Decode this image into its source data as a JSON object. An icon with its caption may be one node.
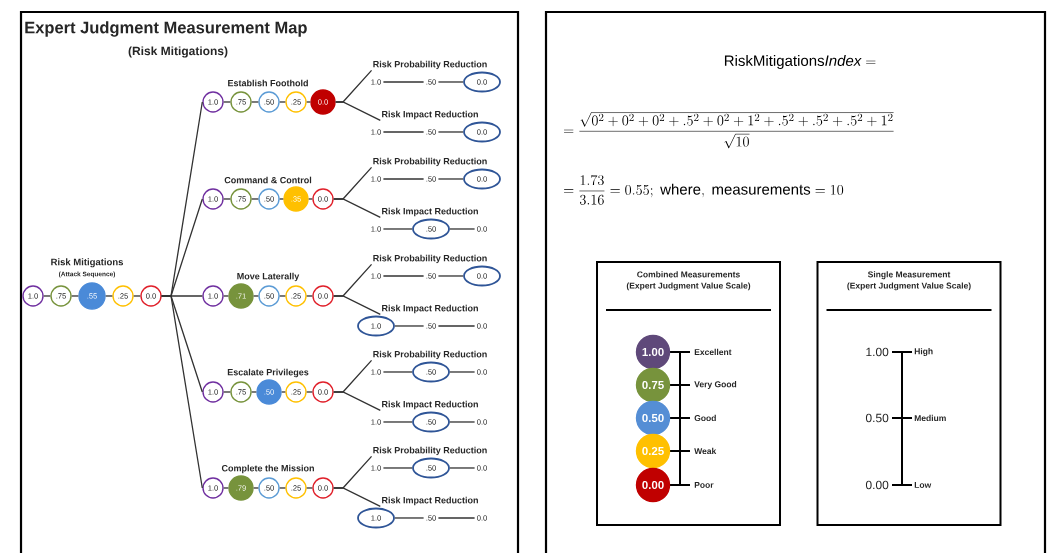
{
  "diagram": {
    "title": "Expert Judgment Measurement Map",
    "nodes": [
      {
        "text": [
          "Risk Mitigations",
          "(Attack Sequence)"
        ]
      },
      {
        "text": [
          "1.0"
        ]
      },
      {
        "text": [
          ".75"
        ]
      },
      {
        "text": [
          ".55"
        ]
      },
      {
        "text": [
          ".25"
        ]
      },
      {
        "text": [
          "0.0"
        ]
      },
      {
        "text": [
          "Establish Foothold"
        ]
      },
      {
        "text": [
          "1.0"
        ]
      },
      {
        "text": [
          ".75"
        ]
      },
      {
        "text": [
          ".50"
        ]
      },
      {
        "text": [
          ".25"
        ]
      },
      {
        "text": [
          "0.0"
        ]
      },
      {
        "text": [
          "Risk Probability Reduction"
        ]
      },
      {
        "text": [
          "1.0"
        ]
      },
      {
        "text": [
          ".50"
        ]
      },
      {
        "text": [
          "0.0"
        ]
      },
      {
        "text": [
          "Risk Impact Reduction"
        ]
      },
      {
        "text": [
          "1.0"
        ]
      },
      {
        "text": [
          ".50"
        ]
      },
      {
        "text": [
          "0.0"
        ]
      },
      {
        "text": [
          "Command & Control"
        ]
      },
      {
        "text": [
          "1.0"
        ]
      },
      {
        "text": [
          ".75"
        ]
      },
      {
        "text": [
          ".50"
        ]
      },
      {
        "text": [
          ".35"
        ]
      },
      {
        "text": [
          "0.0"
        ]
      },
      {
        "text": [
          "Risk Probability Reduction"
        ]
      },
      {
        "text": [
          "1.0"
        ]
      },
      {
        "text": [
          ".50"
        ]
      },
      {
        "text": [
          "0.0"
        ]
      },
      {
        "text": [
          "Risk Impact Reduction"
        ]
      },
      {
        "text": [
          "1.0"
        ]
      },
      {
        "text": [
          ".50"
        ]
      },
      {
        "text": [
          "0.0"
        ]
      },
      {
        "text": [
          "Move Laterally"
        ]
      },
      {
        "text": [
          "1.0"
        ]
      },
      {
        "text": [
          ".71"
        ]
      },
      {
        "text": [
          ".50"
        ]
      },
      {
        "text": [
          ".25"
        ]
      },
      {
        "text": [
          "0.0"
        ]
      },
      {
        "text": [
          "Risk Probability Reduction"
        ]
      },
      {
        "text": [
          "1.0"
        ]
      },
      {
        "text": [
          ".50"
        ]
      },
      {
        "text": [
          "0.0"
        ]
      },
      {
        "text": [
          "Risk Impact Reduction"
        ]
      },
      {
        "text": [
          "1.0"
        ]
      },
      {
        "text": [
          ".50"
        ]
      },
      {
        "text": [
          "0.0"
        ]
      },
      {
        "text": [
          "Escalate Privileges"
        ]
      },
      {
        "text": [
          "1.0"
        ]
      },
      {
        "text": [
          ".75"
        ]
      },
      {
        "text": [
          ".50"
        ]
      },
      {
        "text": [
          ".25"
        ]
      },
      {
        "text": [
          "0.0"
        ]
      },
      {
        "text": [
          "Risk Probability Reduction"
        ]
      },
      {
        "text": [
          "1.0"
        ]
      },
      {
        "text": [
          ".50"
        ]
      },
      {
        "text": [
          "0.0"
        ]
      },
      {
        "text": [
          "Risk Impact Reduction"
        ]
      },
      {
        "text": [
          "1.0"
        ]
      },
      {
        "text": [
          ".50"
        ]
      },
      {
        "text": [
          "0.0"
        ]
      },
      {
        "text": [
          "Complete the Mission"
        ]
      },
      {
        "text": [
          "1.0"
        ]
      },
      {
        "text": [
          ".79"
        ]
      },
      {
        "text": [
          ".50"
        ]
      },
      {
        "text": [
          ".25"
        ]
      },
      {
        "text": [
          "0.0"
        ]
      },
      {
        "text": [
          "Risk Probability Reduction"
        ]
      },
      {
        "text": [
          "1.0"
        ]
      },
      {
        "text": [
          ".50"
        ]
      },
      {
        "text": [
          "0.0"
        ]
      },
      {
        "text": [
          "Risk Impact Reduction"
        ]
      },
      {
        "text": [
          "1.0"
        ]
      },
      {
        "text": [
          ".50"
        ]
      },
      {
        "text": [
          "0.0"
        ]
      },
      {
        "text": [
          "Combined Measurements",
          "(Expert Judgment Value Scale)"
        ]
      },
      {
        "text": [
          "1.00"
        ],
        "in": 76,
        "beside": [
          "Excellent"
        ]
      },
      {
        "text": [
          "0.75"
        ],
        "in": 76,
        "beside": [
          "Very Good"
        ]
      },
      {
        "text": [
          "0.50"
        ],
        "in": 76,
        "beside": [
          "Good"
        ]
      },
      {
        "text": [
          "0.25"
        ],
        "in": 76,
        "beside": [
          "Weak"
        ]
      },
      {
        "text": [
          "0.00"
        ],
        "in": 76,
        "beside": [
          "Poor"
        ]
      },
      {
        "text": [
          "Single Measurement",
          "(Expert Judgment Value Scale)"
        ]
      }
    ],
    "edges": [
      {
        "from": 1,
        "to": 2,
        "arrow": "none"
      },
      {
        "from": 2,
        "to": 3,
        "arrow": "none"
      },
      {
        "from": 3,
        "to": 4,
        "arrow": "none"
      },
      {
        "from": 4,
        "to": 5,
        "arrow": "none"
      },
      {
        "from": 5,
        "to": 7,
        "arrow": "none"
      },
      {
        "from": 7,
        "to": 8,
        "arrow": "none"
      },
      {
        "from": 8,
        "to": 9,
        "arrow": "none"
      },
      {
        "from": 9,
        "to": 10,
        "arrow": "none"
      },
      {
        "from": 10,
        "to": 11,
        "arrow": "none"
      },
      {
        "from": 11,
        "to": 12,
        "arrow": "none"
      },
      {
        "from": 11,
        "to": 16,
        "arrow": "none"
      },
      {
        "from": 13,
        "to": 14,
        "arrow": "none"
      },
      {
        "from": 14,
        "to": 15,
        "arrow": "none"
      },
      {
        "from": 17,
        "to": 18,
        "arrow": "none"
      },
      {
        "from": 18,
        "to": 19,
        "arrow": "none"
      },
      {
        "from": 5,
        "to": 21,
        "arrow": "none"
      },
      {
        "from": 21,
        "to": 22,
        "arrow": "none"
      },
      {
        "from": 22,
        "to": 23,
        "arrow": "none"
      },
      {
        "from": 23,
        "to": 24,
        "arrow": "none"
      },
      {
        "from": 24,
        "to": 25,
        "arrow": "none"
      },
      {
        "from": 25,
        "to": 26,
        "arrow": "none"
      },
      {
        "from": 25,
        "to": 30,
        "arrow": "none"
      },
      {
        "from": 27,
        "to": 28,
        "arrow": "none"
      },
      {
        "from": 28,
        "to": 29,
        "arrow": "none"
      },
      {
        "from": 31,
        "to": 32,
        "arrow": "none"
      },
      {
        "from": 32,
        "to": 33,
        "arrow": "none"
      },
      {
        "from": 5,
        "to": 35,
        "arrow": "none"
      },
      {
        "from": 35,
        "to": 36,
        "arrow": "none"
      },
      {
        "from": 36,
        "to": 37,
        "arrow": "none"
      },
      {
        "from": 37,
        "to": 38,
        "arrow": "none"
      },
      {
        "from": 38,
        "to": 39,
        "arrow": "none"
      },
      {
        "from": 39,
        "to": 40,
        "arrow": "none"
      },
      {
        "from": 39,
        "to": 44,
        "arrow": "none"
      },
      {
        "from": 41,
        "to": 42,
        "arrow": "none"
      },
      {
        "from": 42,
        "to": 43,
        "arrow": "none"
      },
      {
        "from": 45,
        "to": 46,
        "arrow": "none"
      },
      {
        "from": 46,
        "to": 47,
        "arrow": "none"
      },
      {
        "from": 5,
        "to": 49,
        "arrow": "none"
      },
      {
        "from": 49,
        "to": 50,
        "arrow": "none"
      },
      {
        "from": 50,
        "to": 51,
        "arrow": "none"
      },
      {
        "from": 51,
        "to": 52,
        "arrow": "none"
      },
      {
        "from": 52,
        "to": 53,
        "arrow": "none"
      },
      {
        "from": 53,
        "to": 54,
        "arrow": "none"
      },
      {
        "from": 53,
        "to": 58,
        "arrow": "none"
      },
      {
        "from": 55,
        "to": 56,
        "arrow": "none"
      },
      {
        "from": 56,
        "to": 57,
        "arrow": "none"
      },
      {
        "from": 59,
        "to": 60,
        "arrow": "none"
      },
      {
        "from": 60,
        "to": 61,
        "arrow": "none"
      },
      {
        "from": 5,
        "to": 63,
        "arrow": "none"
      },
      {
        "from": 63,
        "to": 64,
        "arrow": "none"
      },
      {
        "from": 64,
        "to": 65,
        "arrow": "none"
      },
      {
        "from": 65,
        "to": 66,
        "arrow": "none"
      },
      {
        "from": 66,
        "to": 67,
        "arrow": "none"
      },
      {
        "from": 67,
        "to": 68,
        "arrow": "none"
      },
      {
        "from": 67,
        "to": 72,
        "arrow": "none"
      },
      {
        "from": 69,
        "to": 70,
        "arrow": "none"
      },
      {
        "from": 70,
        "to": 71,
        "arrow": "none"
      },
      {
        "from": 73,
        "to": 74,
        "arrow": "none"
      },
      {
        "from": 74,
        "to": 75,
        "arrow": "none"
      }
    ],
    "labels": [
      "(Risk Mitigations)",
      "\\mathrm{RiskMitigations}\\mathit{Index} =",
      "= \\frac{\\sqrt{0^2+0^2+0^2+.5^2+0^2+1^2+.5^2+.5^2+.5^2+1^2}}{\\sqrt{10}}",
      "= \\frac{1.73}{3.16} = 0.55;\\ \\mathrm{where,\\ measurements} = 10",
      "1.00",
      "High",
      "0.50",
      "Medium",
      "0.00",
      "Low"
    ]
  }
}
